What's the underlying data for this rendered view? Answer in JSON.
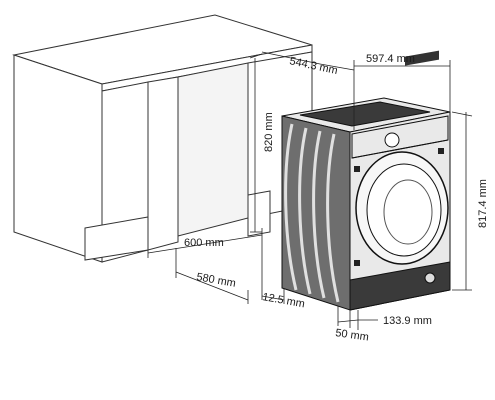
{
  "dimensions": {
    "cabinet_height": "820 mm",
    "cabinet_depth": "600 mm",
    "cabinet_clearance_depth": "580 mm",
    "machine_depth": "544.3 mm",
    "machine_width": "597.4 mm",
    "machine_height": "817.4 mm",
    "side_gap": "12.5 mm",
    "plinth_setback": "50 mm",
    "plinth_height": "133.9 mm"
  }
}
